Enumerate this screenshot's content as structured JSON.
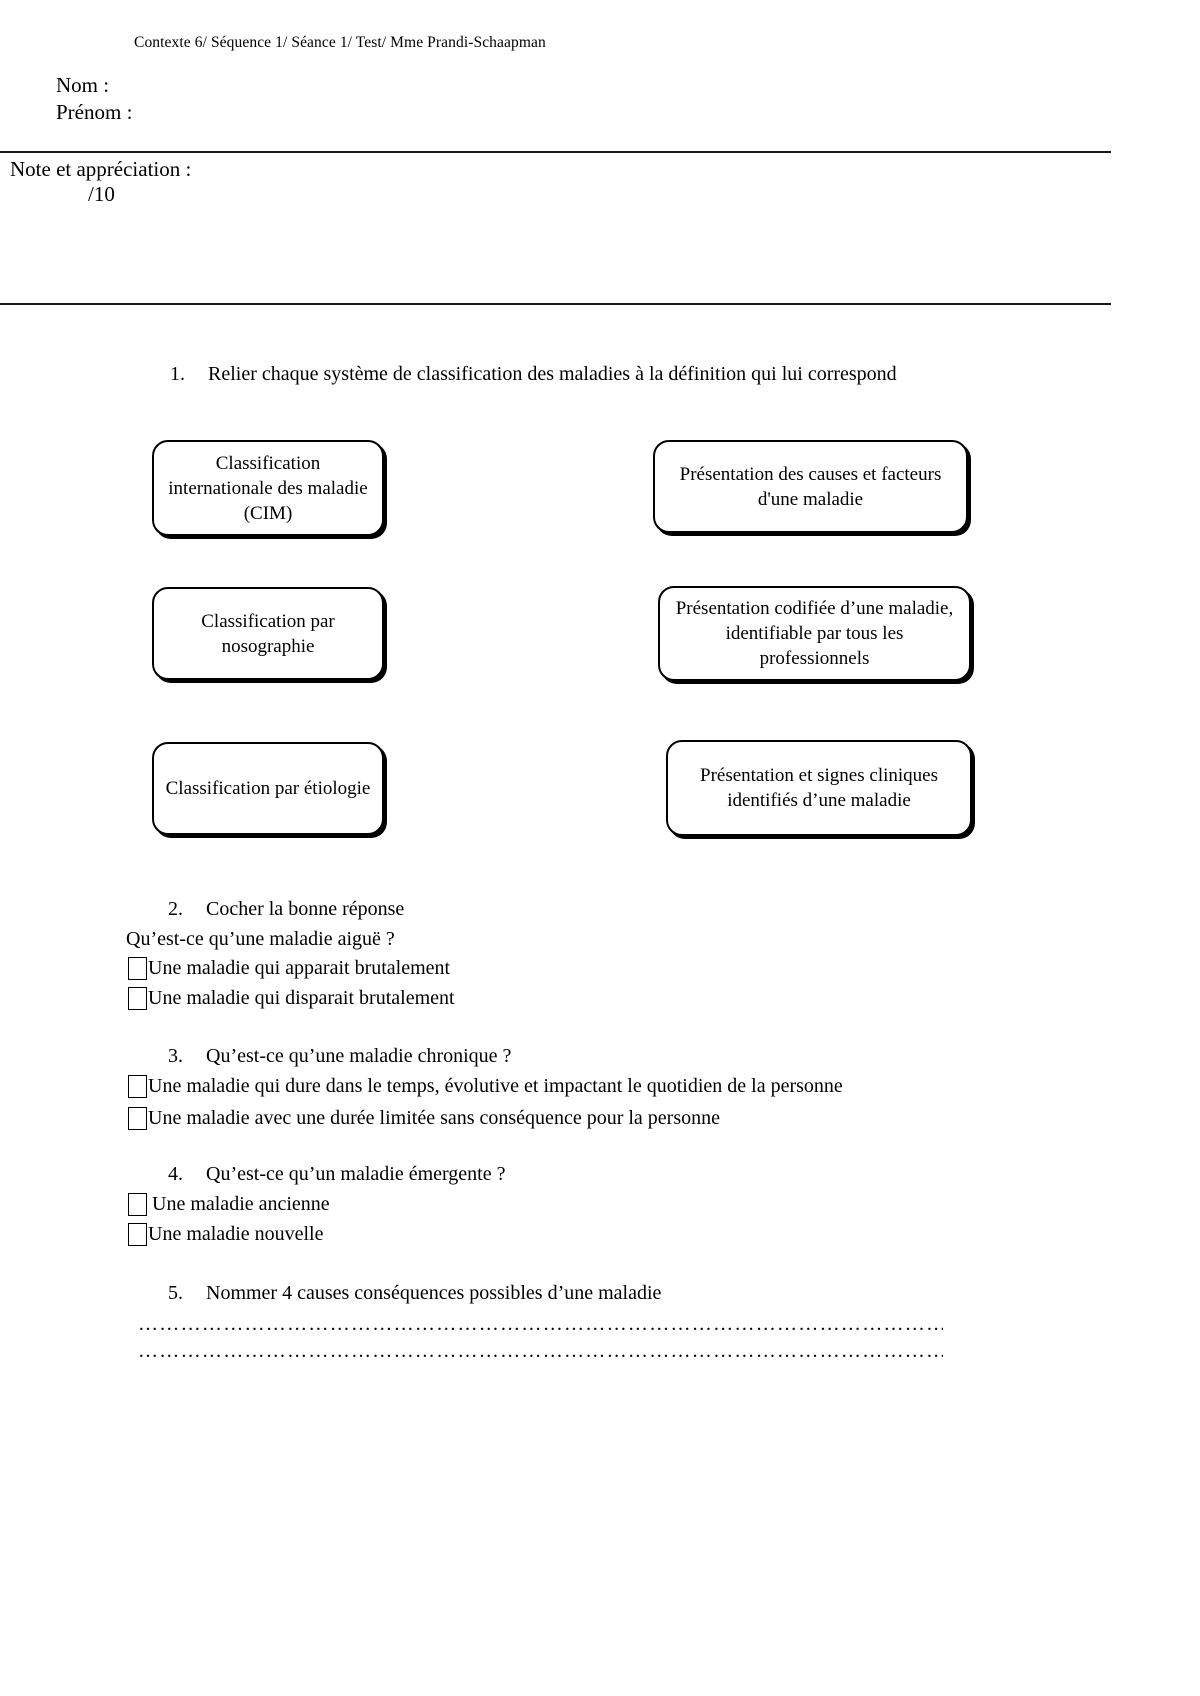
{
  "document": {
    "header": "Contexte 6/ Séquence 1/ Séance 1/ Test/ Mme Prandi-Schaapman",
    "identity": {
      "name_label": "Nom :",
      "firstname_label": "Prénom :"
    },
    "grade": {
      "label": "Note et appréciation :",
      "value": "/10"
    }
  },
  "questions": [
    {
      "number": "1.",
      "text": "Relier chaque système de classification des maladies à la définition qui lui correspond",
      "left_boxes": [
        "Classification internationale des maladie (CIM)",
        "Classification par nosographie",
        "Classification par étiologie"
      ],
      "right_boxes": [
        "Présentation des causes et facteurs d'une maladie",
        "Présentation codifiée d’une maladie, identifiable par tous les professionnels",
        "Présentation et signes cliniques identifiés d’une maladie"
      ]
    },
    {
      "number": "2.",
      "text": "Cocher la bonne réponse",
      "prompt": "Qu’est-ce qu’une maladie aiguë ?",
      "options": [
        "Une maladie qui apparait brutalement",
        "Une maladie qui disparait brutalement"
      ]
    },
    {
      "number": "3.",
      "text": "Qu’est-ce qu’une maladie chronique ?",
      "options": [
        "Une maladie qui dure dans le temps, évolutive et impactant le quotidien de la personne",
        "Une maladie avec une durée limitée sans conséquence pour la personne"
      ]
    },
    {
      "number": "4.",
      "text": "Qu’est-ce qu’un maladie émergente ?",
      "options": [
        "Une maladie ancienne",
        "Une maladie nouvelle"
      ]
    },
    {
      "number": "5.",
      "text": "Nommer 4 causes conséquences possibles d’une maladie",
      "answer_lines": [
        "……………………………………………………………………………………………………………………",
        "……………………………………………………………………………………………………………………"
      ]
    }
  ]
}
